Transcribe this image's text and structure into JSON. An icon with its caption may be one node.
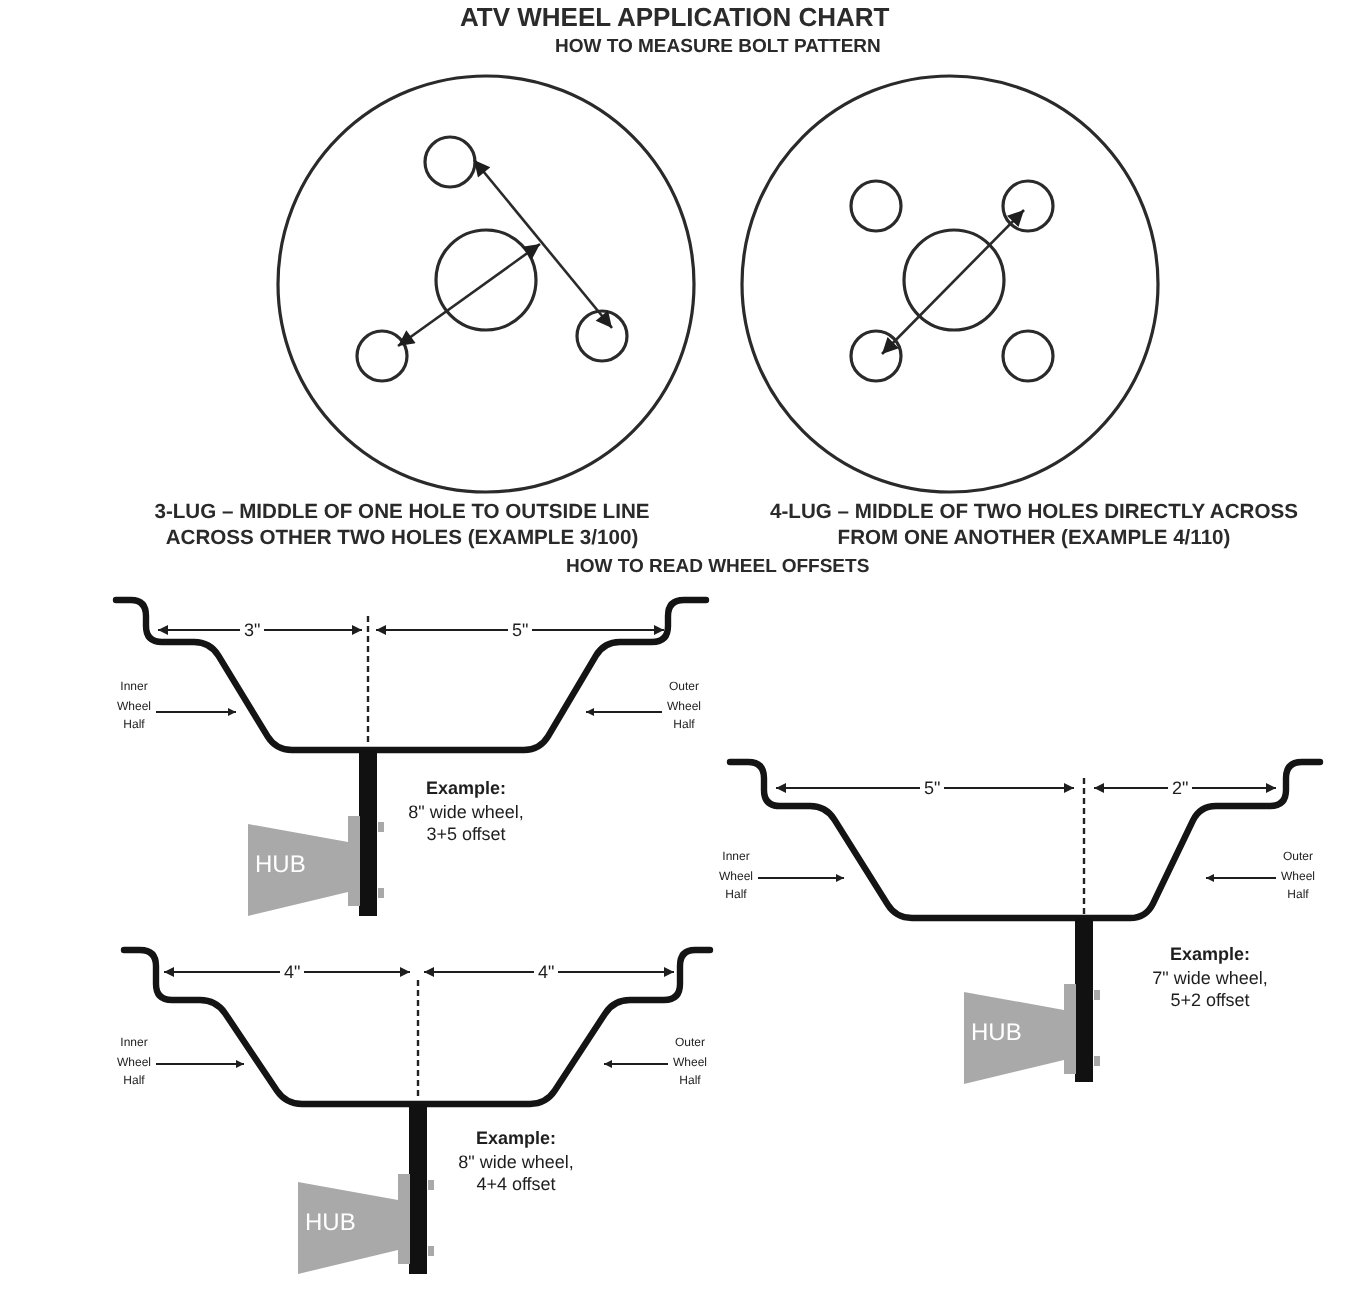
{
  "diagram": {
    "title": "ATV WHEEL APPLICATION CHART",
    "nodes": [
      {
        "text": [
          "Inner Wheel Half"
        ]
      },
      {
        "text": [
          "Outer Wheel Half"
        ]
      },
      {
        "text": [
          "HUB"
        ]
      },
      {
        "text": [
          "Inner Wheel Half"
        ]
      },
      {
        "text": [
          "Outer Wheel Half"
        ]
      },
      {
        "text": [
          "HUB"
        ]
      },
      {
        "text": [
          "Inner Wheel Half"
        ]
      },
      {
        "text": [
          "Outer Wheel Half"
        ]
      },
      {
        "text": [
          "HUB"
        ]
      }
    ],
    "edges": [
      {
        "from": 0,
        "to": null,
        "arrow": "to"
      },
      {
        "from": 1,
        "to": null,
        "arrow": "to"
      },
      {
        "from": 3,
        "to": null,
        "arrow": "to"
      },
      {
        "from": 4,
        "to": null,
        "arrow": "to"
      },
      {
        "from": 6,
        "to": null,
        "arrow": "to"
      },
      {
        "from": 7,
        "to": null,
        "arrow": "to"
      }
    ],
    "labels": [
      "HOW TO MEASURE BOLT PATTERN",
      "3-LUG – MIDDLE OF ONE HOLE TO OUTSIDE LINE ACROSS OTHER TWO HOLES (EXAMPLE 3/100)",
      "4-LUG – MIDDLE OF TWO HOLES DIRECTLY ACROSS FROM ONE ANOTHER (EXAMPLE 4/110)",
      "HOW TO READ WHEEL OFFSETS",
      "3\"",
      "5\"",
      "**Example:** 8\" wide wheel, 3+5 offset",
      "5\"",
      "2\"",
      "**Example:** 7\" wide wheel, 5+2 offset",
      "4\"",
      "4\"",
      "**Example:** 8\" wide wheel, 4+4 offset"
    ]
  }
}
